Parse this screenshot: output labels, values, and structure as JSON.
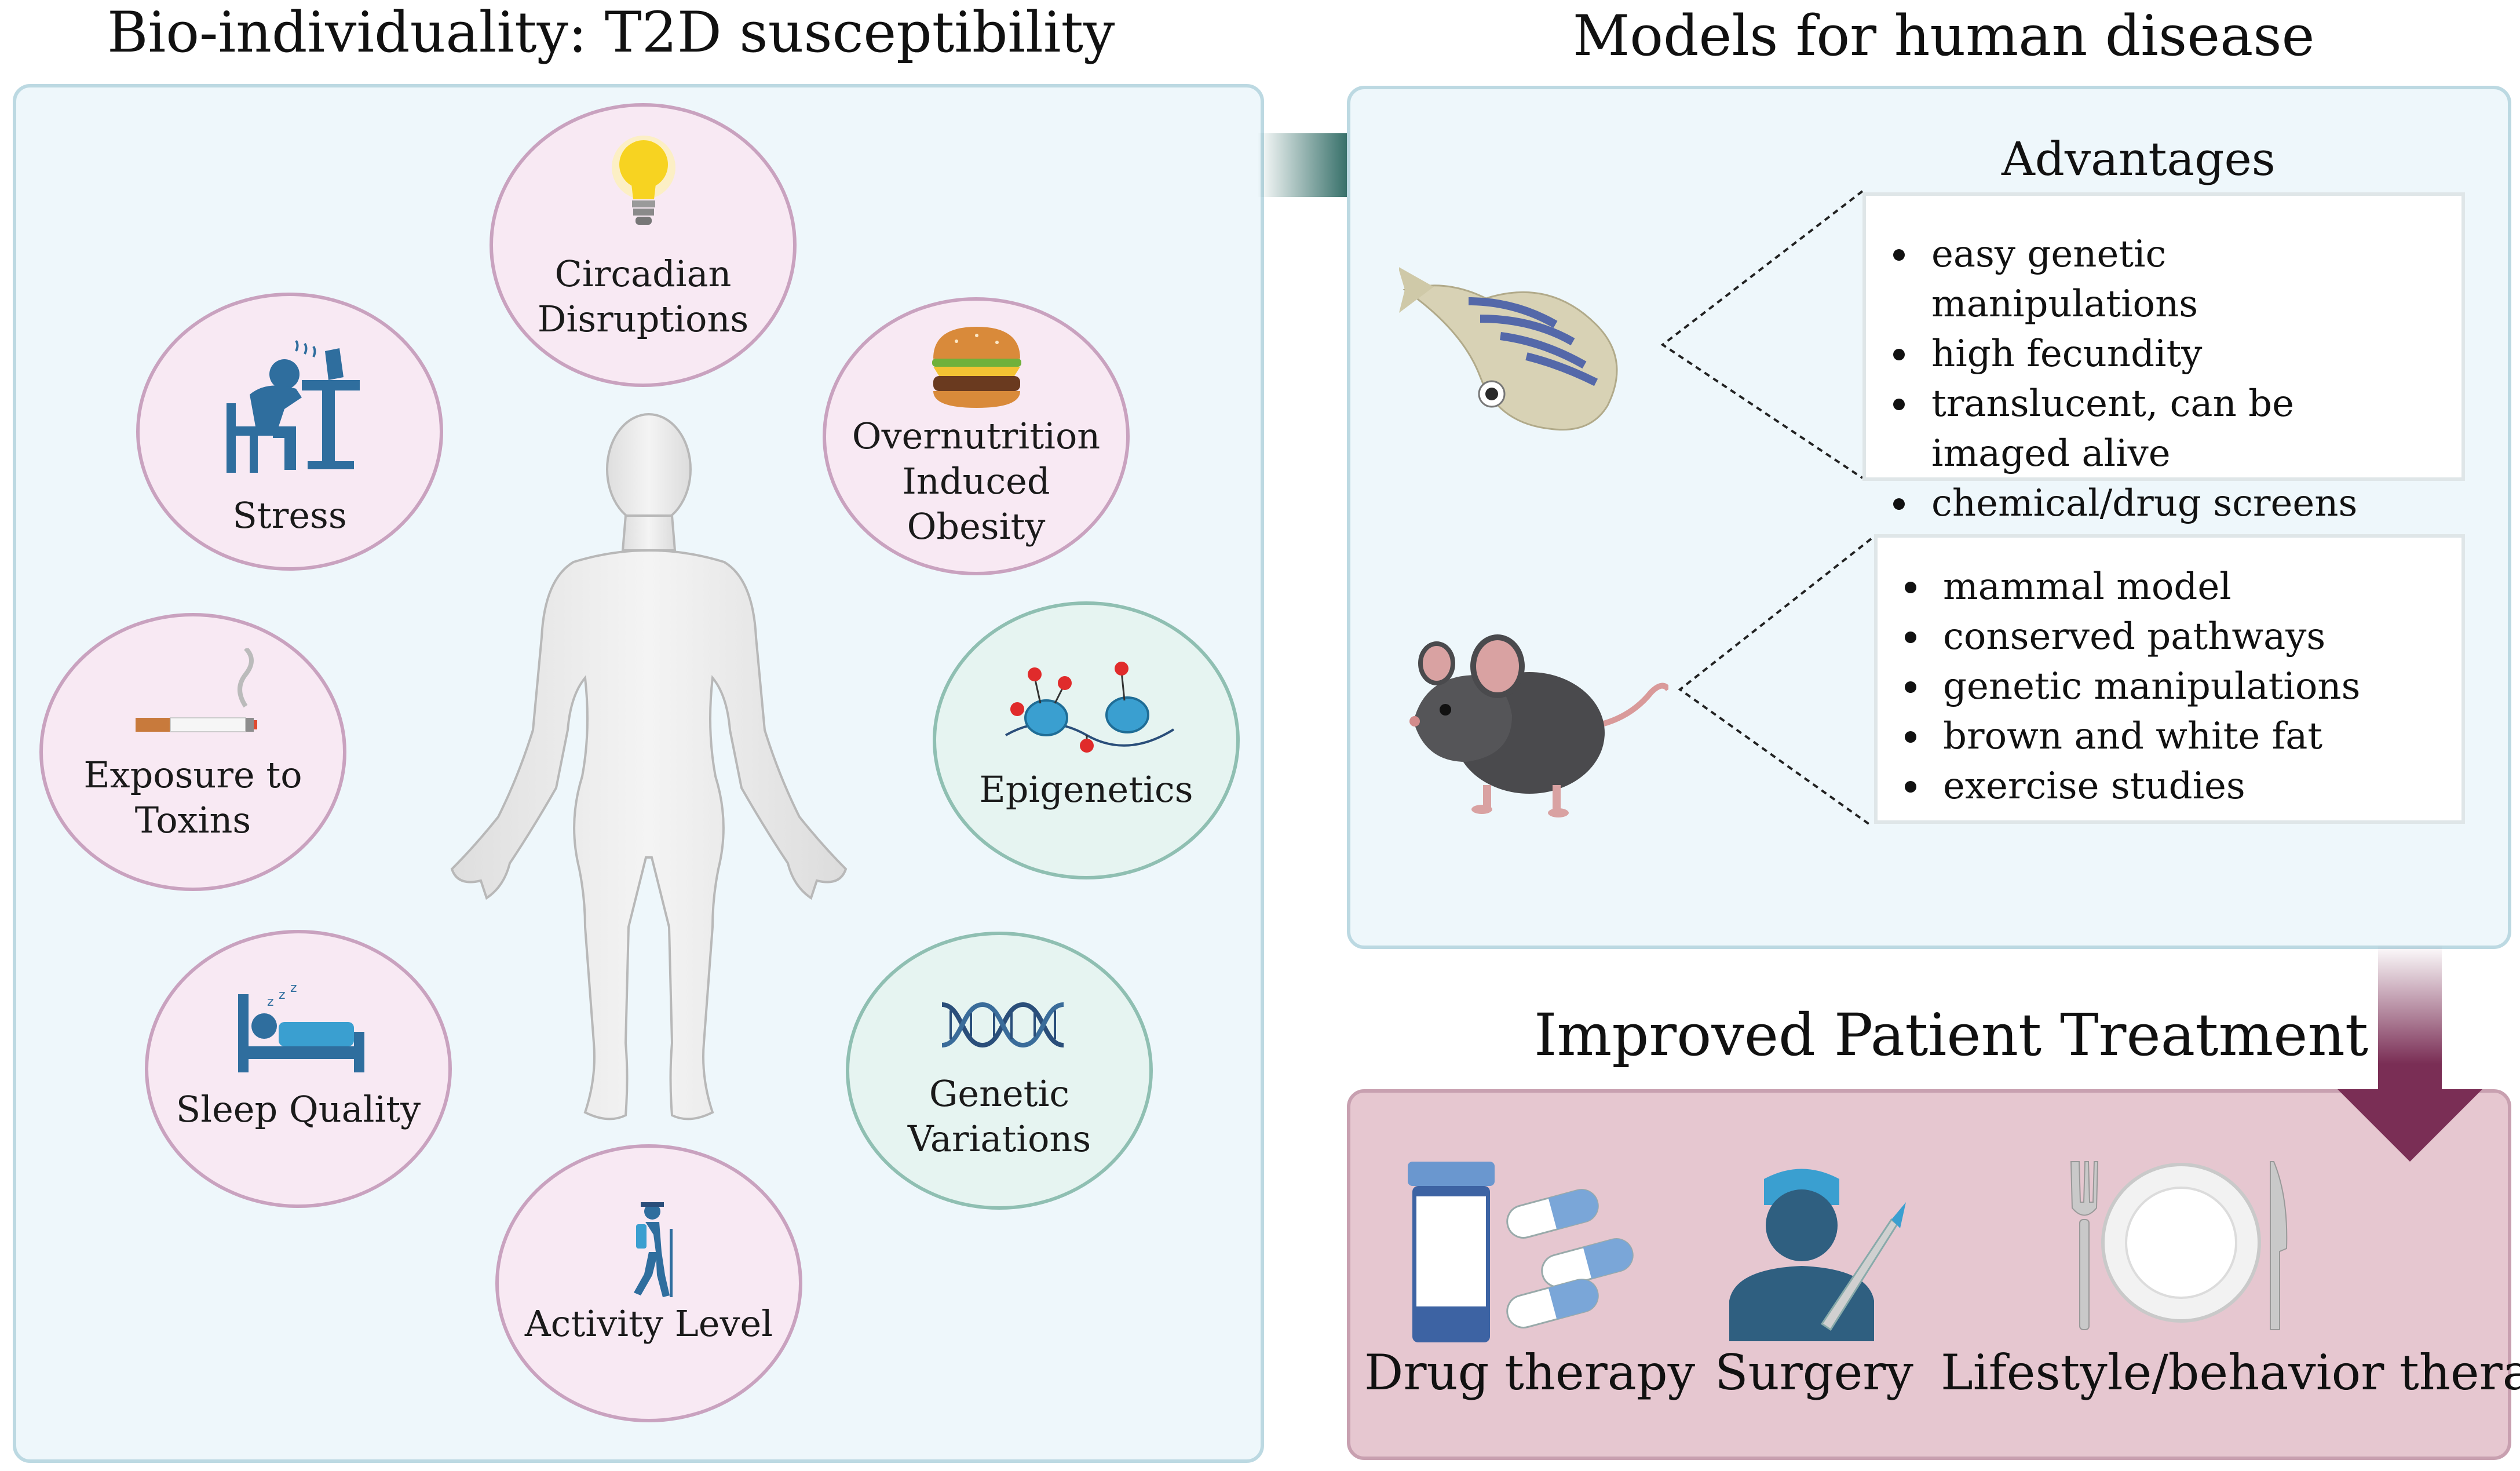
{
  "left_title": "Bio-individuality: T2D susceptibility",
  "right_title": "Models for human disease",
  "factors": [
    {
      "label": "Circadian\nDisruptions",
      "icon": "lightbulb-icon"
    },
    {
      "label": "Stress",
      "icon": "stressed-worker-icon"
    },
    {
      "label": "Overnutrition\nInduced\nObesity",
      "icon": "burger-icon"
    },
    {
      "label": "Exposure to\nToxins",
      "icon": "cigarette-icon"
    },
    {
      "label": "Epigenetics",
      "icon": "nucleosome-icon"
    },
    {
      "label": "Sleep Quality",
      "icon": "bed-icon"
    },
    {
      "label": "Genetic\nVariations",
      "icon": "dna-icon"
    },
    {
      "label": "Activity Level",
      "icon": "hiker-icon"
    }
  ],
  "advantages_title": "Advantages",
  "zebrafish_points": [
    "easy genetic manipulations",
    "high fecundity",
    "translucent, can be imaged alive",
    "chemical/drug screens"
  ],
  "mouse_points": [
    "mammal model",
    "conserved pathways",
    "genetic manipulations",
    "brown and white fat",
    "exercise studies"
  ],
  "treatment_title": "Improved Patient Treatment",
  "treatments": [
    "Drug therapy",
    "Surgery",
    "Lifestyle/behavior therapy"
  ],
  "colors": {
    "panel_border": "#bcd9e2",
    "panel_bg": "#eef7fb",
    "pink_circle": "#f8e9f3",
    "green_circle": "#e6f4f1",
    "arrow_teal": "#1f5f58",
    "arrow_maroon": "#7a2e55",
    "treatment_bg": "#e6c7d0"
  }
}
